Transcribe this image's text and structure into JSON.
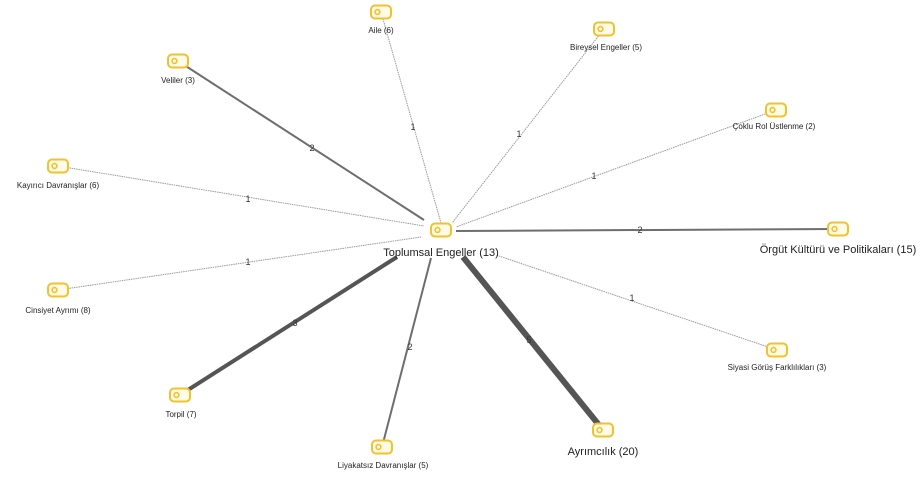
{
  "diagram": {
    "center": {
      "id": "center",
      "label": "Toplumsal Engeller (13)"
    },
    "nodes": [
      {
        "id": "aile",
        "label": "Aile (6)",
        "weight": 1
      },
      {
        "id": "bireysel",
        "label": "Bireysel Engeller (5)",
        "weight": 1
      },
      {
        "id": "coklu",
        "label": "Çoklu Rol Üstlenme (2)",
        "weight": 1
      },
      {
        "id": "orgut",
        "label": "Örgüt Kültürü ve Politikaları (15)",
        "weight": 2
      },
      {
        "id": "siyasi",
        "label": "Siyasi Görüş Farklılıkları (3)",
        "weight": 1
      },
      {
        "id": "ayrimcilik",
        "label": "Ayrımcılık (20)",
        "weight": 5
      },
      {
        "id": "liyakatsiz",
        "label": "Liyakatsız Davranışlar (5)",
        "weight": 2
      },
      {
        "id": "torpil",
        "label": "Torpil (7)",
        "weight": 3
      },
      {
        "id": "cinsiyet",
        "label": "Cinsiyet Ayrımı (8)",
        "weight": 1
      },
      {
        "id": "kayirici",
        "label": "Kayırıcı Davranışlar (6)",
        "weight": 1
      },
      {
        "id": "veliler",
        "label": "Veliler (3)",
        "weight": 2
      }
    ],
    "colors": {
      "icon": "#f2c12e",
      "edge": "#7a7a7a",
      "text": "#222222"
    },
    "icon_name": "code-tag-icon"
  }
}
